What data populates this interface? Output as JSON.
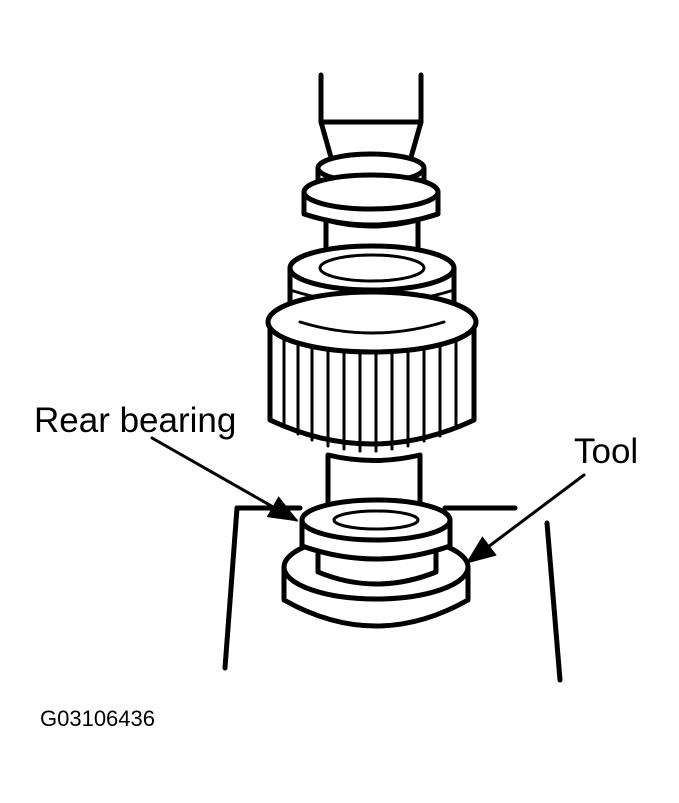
{
  "labels": {
    "rear_bearing": "Rear bearing",
    "tool": "Tool",
    "figure_code": "G03106436"
  },
  "colors": {
    "line": "#000000",
    "background": "#ffffff"
  }
}
